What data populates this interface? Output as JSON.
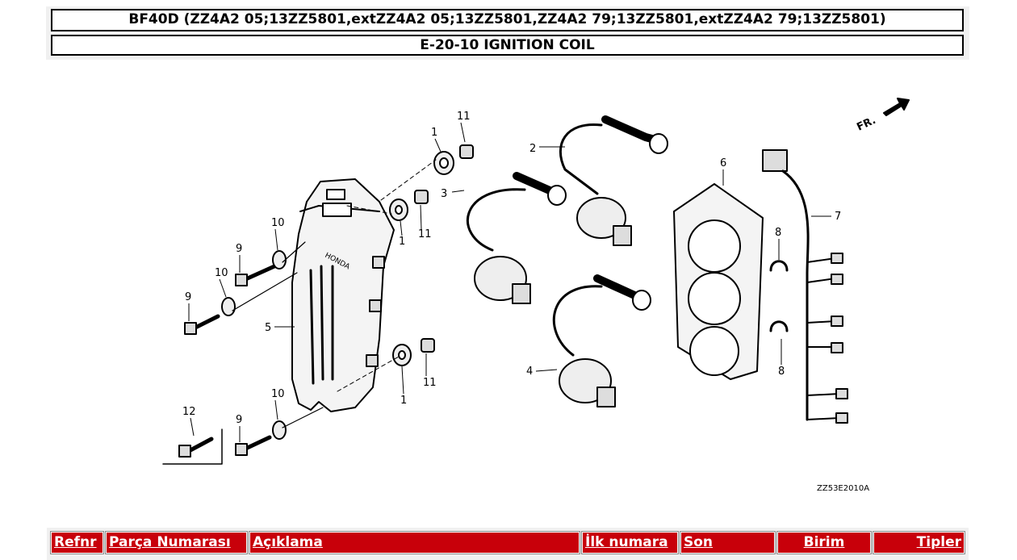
{
  "header": {
    "model": "BF40D (ZZ4A2 05;13ZZ5801,extZZ4A2 05;13ZZ5801,ZZ4A2 79;13ZZ5801,extZZ4A2 79;13ZZ5801)",
    "section": "E-20-10 IGNITION COIL"
  },
  "diagram": {
    "callouts": [
      "1",
      "1",
      "1",
      "2",
      "3",
      "4",
      "5",
      "6",
      "7",
      "8",
      "8",
      "9",
      "9",
      "9",
      "10",
      "10",
      "10",
      "11",
      "11",
      "11",
      "12"
    ],
    "direction_label": "FR.",
    "brand_text": "HONDA",
    "figure_code": "ZZ53E2010A"
  },
  "table": {
    "columns": [
      "Refnr",
      "Parça Numarası",
      "Açıklama",
      "İlk numara",
      "Son",
      "Birim",
      "Tipler"
    ],
    "header_color": "#c8000a"
  }
}
